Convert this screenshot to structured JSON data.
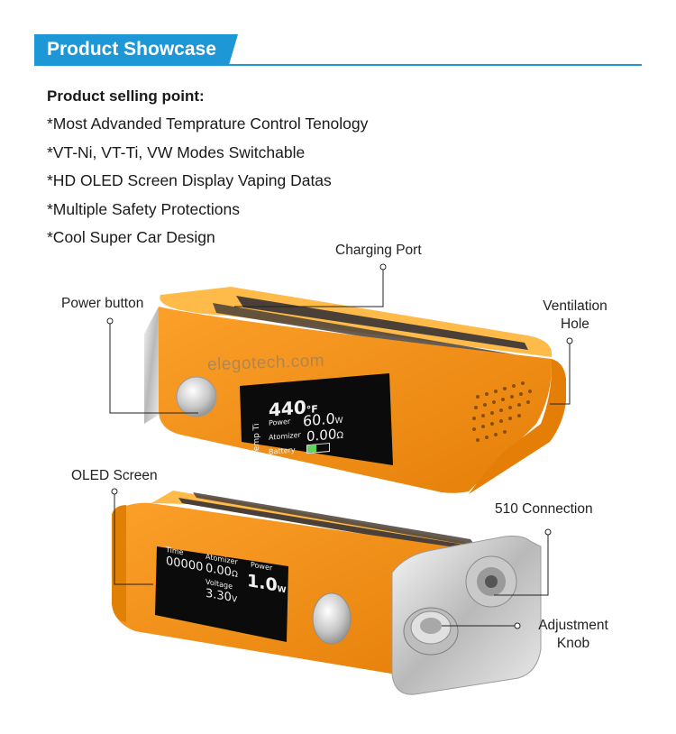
{
  "header": {
    "title": "Product Showcase"
  },
  "selling_points": {
    "title": "Product selling point:",
    "items": [
      "*Most Advanded Temprature Control Tenology",
      "*VT-Ni, VT-Ti, VW Modes Switchable",
      "*HD OLED Screen Display Vaping Datas",
      "*Multiple Safety Protections",
      "*Cool Super Car Design"
    ]
  },
  "callouts": {
    "charging_port": "Charging Port",
    "power_button": "Power button",
    "ventilation_line1": "Ventilation",
    "ventilation_line2": "Hole",
    "oled_screen": "OLED Screen",
    "connection_510": "510 Connection",
    "adjustment_line1": "Adjustment",
    "adjustment_line2": "Knob"
  },
  "watermark": "elegotech.com",
  "screen_top": {
    "mode": "Temp Ti",
    "temp": "440",
    "temp_unit": "°F",
    "power_label": "Power",
    "power_value": "60.0",
    "power_unit": "W",
    "atomizer_label": "Atomizer",
    "atomizer_value": "0.00",
    "atomizer_unit": "Ω",
    "battery_label": "Battery"
  },
  "screen_bottom": {
    "power_label": "Power",
    "power_value": "1.0",
    "power_unit": "W",
    "voltage_label": "Voltage",
    "voltage_value": "3.30",
    "voltage_unit": "V",
    "atomizer_label": "Atomizer",
    "atomizer_value": "0.00",
    "atomizer_unit": "Ω",
    "time_label": "Time",
    "time_value": "00000"
  },
  "colors": {
    "accent": "#1d97d6",
    "device_orange": "#f49a1c",
    "device_orange_dark": "#d97c08",
    "stripe": "#4a4038",
    "chrome": "#d9d9d9"
  }
}
